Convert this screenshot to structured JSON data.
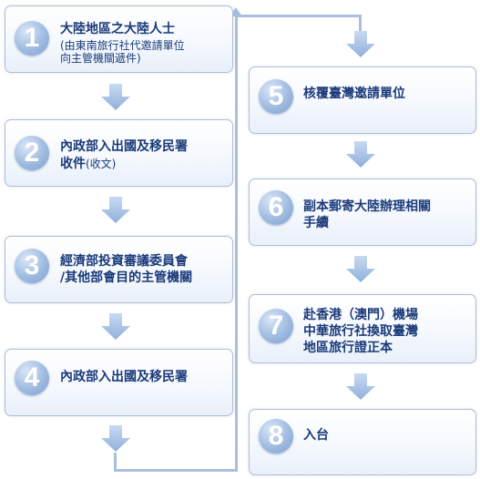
{
  "steps": [
    {
      "num": "1",
      "title": "大陸地區之大陸人士",
      "sub": "(由東南旅行社代邀請單位\n向主管機關遞件)"
    },
    {
      "num": "2",
      "title": "內政部入出國及移民署",
      "title2": "收件",
      "inline": "(收文)"
    },
    {
      "num": "3",
      "title": "經濟部投資審議委員會\n/其他部會目的主管機關"
    },
    {
      "num": "4",
      "title": "內政部入出國及移民署"
    },
    {
      "num": "5",
      "title": "核覆臺灣邀請單位"
    },
    {
      "num": "6",
      "title": "副本郵寄大陸辦理相關\n手續"
    },
    {
      "num": "7",
      "title": "赴香港（澳門）機場\n中華旅行社換取臺灣\n地區旅行證正本"
    },
    {
      "num": "8",
      "title": "入台"
    }
  ],
  "colors": {
    "accent": "#7f9fcf",
    "text": "#1a3a7a",
    "border": "#aebfd6"
  }
}
